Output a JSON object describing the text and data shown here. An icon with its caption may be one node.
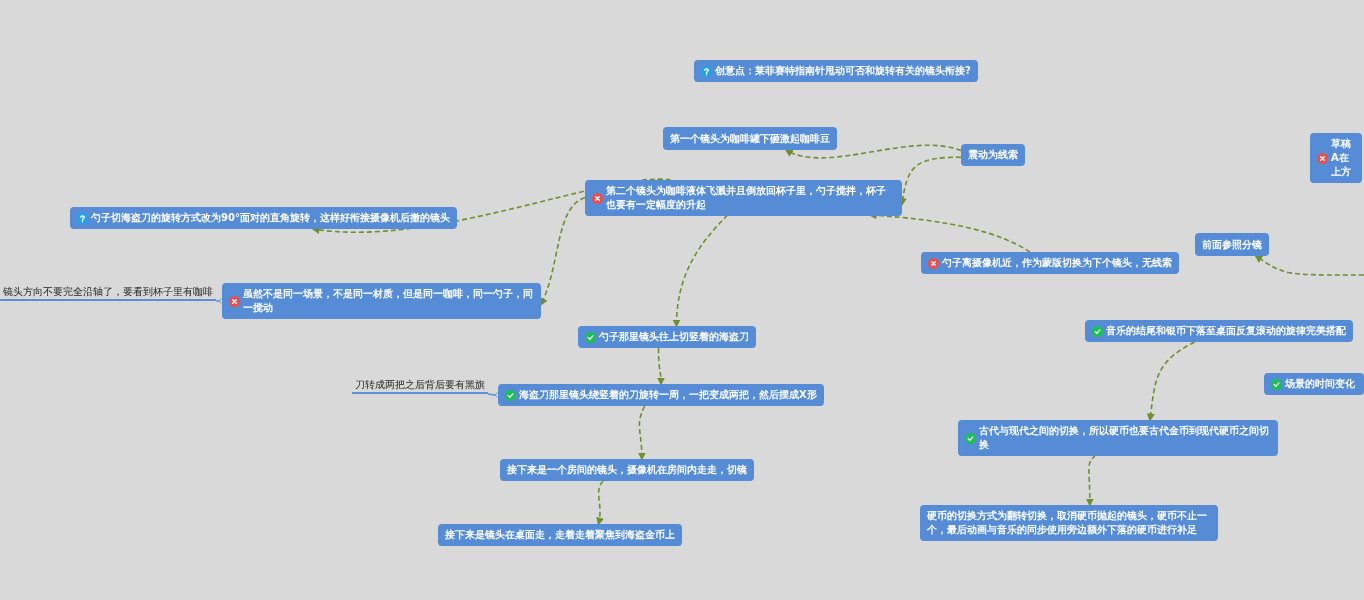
{
  "diagram": {
    "nodes": [
      {
        "text": [
          "创意点：莱菲赛特指南针甩动可否和旋转有关的镜头衔接?"
        ]
      },
      {
        "text": [
          "第一个镜头为咖啡罐下砸激起咖啡豆"
        ]
      },
      {
        "text": [
          "震动为线索"
        ]
      },
      {
        "text": [
          "第二个镜头为咖啡液体飞溅并且倒放回杯子里，勺子搅拌，杯子也要有一定幅度的升起"
        ]
      },
      {
        "text": [
          "勺子切海盗刀的旋转方式改为90°面对的直角旋转，这样好衔接摄像机后撤的镜头"
        ]
      },
      {
        "text": [
          "草稿A在上方"
        ]
      },
      {
        "text": [
          "前面参照分镜"
        ]
      },
      {
        "text": [
          "勺子离摄像机近，作为蒙版切换为下个镜头，无线索"
        ]
      },
      {
        "text": [
          "镜头方向不要完全沿轴了，要看到杯子里有咖啡"
        ]
      },
      {
        "text": [
          "虽然不是同一场景，不是同一材质，但是同一咖啡，同一勺子，同一搅动"
        ]
      },
      {
        "text": [
          "勺子那里镜头往上切竖着的海盗刀"
        ]
      },
      {
        "text": [
          "音乐的结尾和银币下落至桌面反复滚动的旋律完美搭配"
        ]
      },
      {
        "text": [
          "场景的时间变化"
        ]
      },
      {
        "text": [
          "刀转成两把之后背后要有黑旗"
        ]
      },
      {
        "text": [
          "海盗刀那里镜头绕竖着的刀旋转一周，一把变成两把，然后摆成X形"
        ]
      },
      {
        "text": [
          "古代与现代之间的切换，所以硬币也要古代金币到现代硬币之间切换"
        ]
      },
      {
        "text": [
          "接下来是一个房间的镜头，摄像机在房间内走走，切镜"
        ]
      },
      {
        "text": [
          "硬币的切换方式为翻转切换，取消硬币抛起的镜头，硬币不止一个，最后动画与音乐的同步使用旁边额外下落的硬币进行补足"
        ]
      },
      {
        "text": [
          "接下来是镜头在桌面走，走着走着聚焦到海盗金币上"
        ]
      }
    ],
    "edges": [
      {
        "from": 2,
        "to": 1,
        "arrow": "to",
        "style": "dashed"
      },
      {
        "from": 2,
        "to": 3,
        "arrow": "to",
        "style": "dashed"
      },
      {
        "from": 3,
        "to": 4,
        "arrow": "to",
        "style": "dashed"
      },
      {
        "from": 3,
        "to": 9,
        "arrow": "to",
        "style": "dashed"
      },
      {
        "from": 3,
        "to": 10,
        "arrow": "to",
        "style": "dashed"
      },
      {
        "from": 7,
        "to": 3,
        "arrow": "to",
        "style": "dashed"
      },
      {
        "from": 10,
        "to": 14,
        "arrow": "to",
        "style": "dashed"
      },
      {
        "from": 14,
        "to": 16,
        "arrow": "to",
        "style": "dashed"
      },
      {
        "from": 16,
        "to": 18,
        "arrow": "to",
        "style": "dashed"
      },
      {
        "from": null,
        "to": 6,
        "arrow": "to",
        "style": "dashed"
      },
      {
        "from": 11,
        "to": 15,
        "arrow": "to",
        "style": "dashed"
      },
      {
        "from": 15,
        "to": 17,
        "arrow": "to",
        "style": "dashed"
      },
      {
        "from": 8,
        "to": 9,
        "arrow": "other",
        "color": "#5b8fd6"
      },
      {
        "from": 13,
        "to": 14,
        "arrow": "other",
        "color": "#5b8fd6"
      }
    ]
  }
}
